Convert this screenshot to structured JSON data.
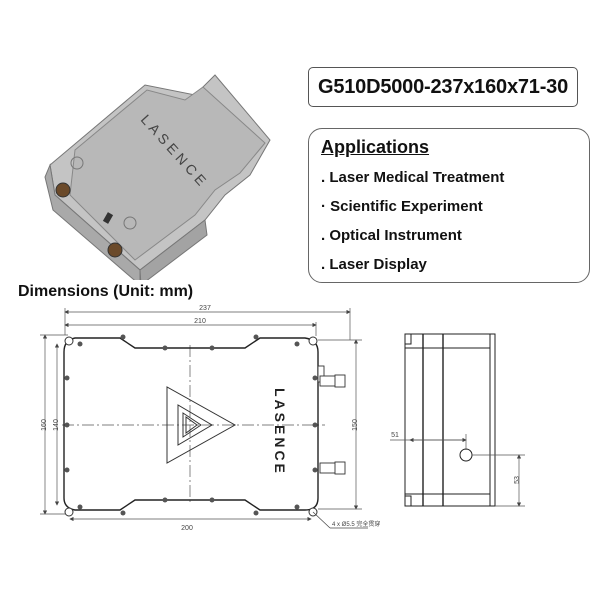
{
  "product": {
    "model": "G510D5000-237x160x71-30",
    "brand_marking": "LASENCE"
  },
  "applications": {
    "title": "Applications",
    "items": [
      {
        "bullet": ".",
        "label": "Laser Medical Treatment"
      },
      {
        "bullet": "·",
        "label": "Scientific Experiment"
      },
      {
        "bullet": ".",
        "label": "Optical Instrument"
      },
      {
        "bullet": ".",
        "label": "Laser Display"
      }
    ]
  },
  "dimensions": {
    "title": "Dimensions (Unit: mm)",
    "top_view": {
      "overall_width": "237",
      "inner_width": "210",
      "hole_spacing_x": "200",
      "overall_height": "160",
      "inner_height": "140",
      "right_height": "150",
      "marking": "LASENCE",
      "hole_note": "4 x Ø5.5 完全贯穿"
    },
    "side_view": {
      "offset_x": "51",
      "offset_y": "53"
    }
  },
  "colors": {
    "line": "#333333",
    "dim_line": "#555555",
    "device_body": "#b9b9b9",
    "connector": "#6b4a2a"
  }
}
